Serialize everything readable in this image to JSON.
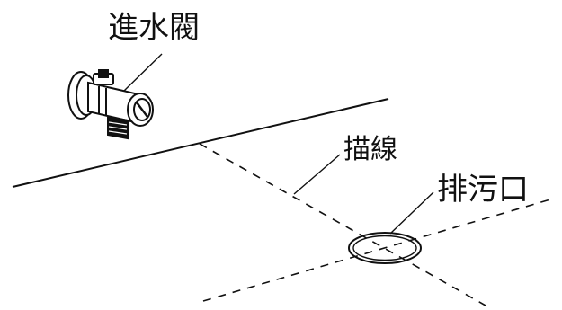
{
  "labels": {
    "inlet_valve": "進水閥",
    "marking_line": "描線",
    "drain_outlet": "排污口"
  },
  "colors": {
    "line": "#111111",
    "background": "#ffffff"
  }
}
